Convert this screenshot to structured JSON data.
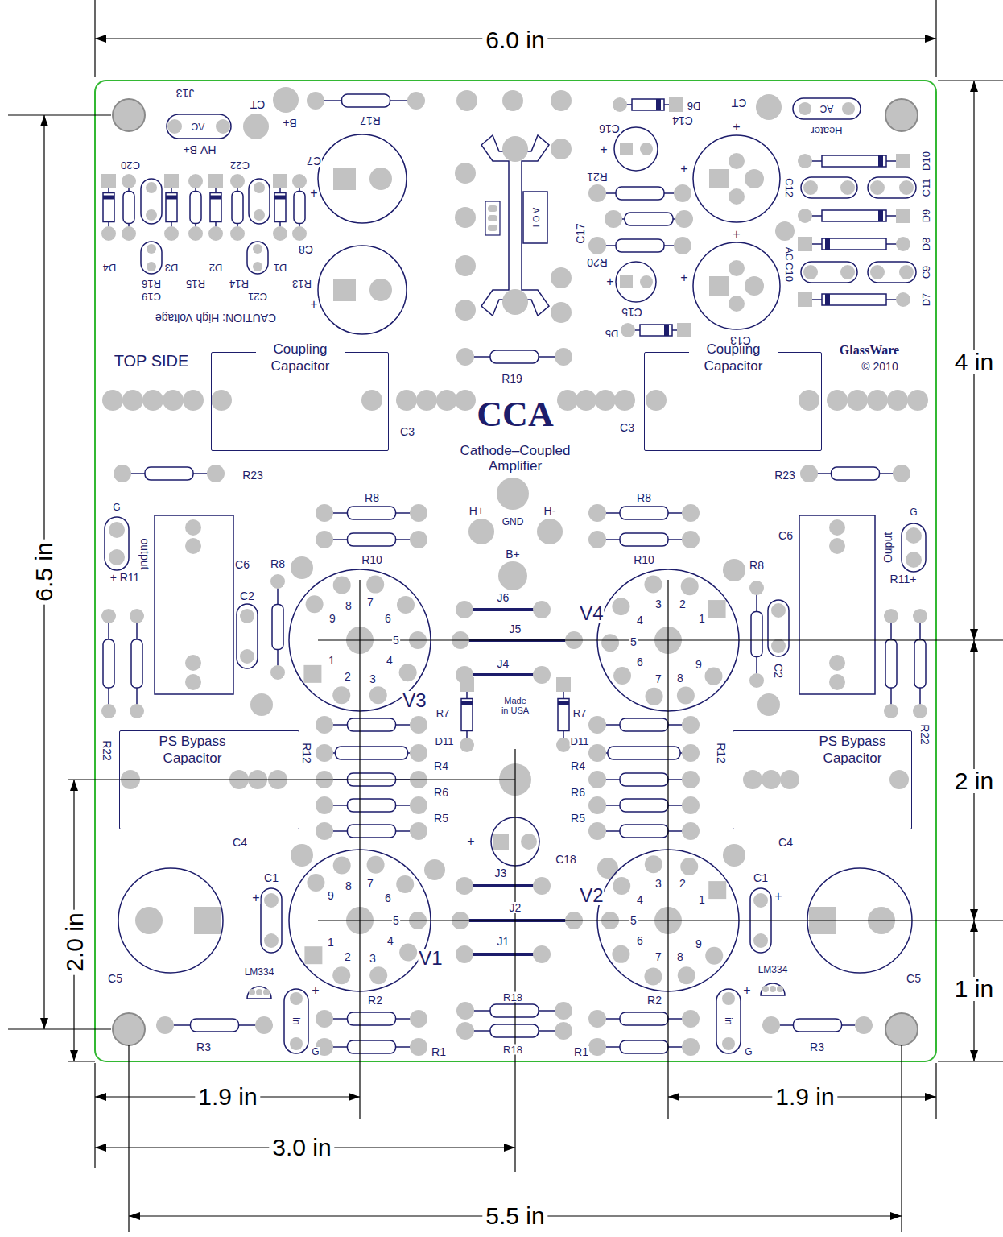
{
  "diagram": {
    "nodes": [
      {
        "text": [
          "Coupling Capacitor",
          "C3"
        ]
      },
      {
        "text": [
          "Coupling Capacitor",
          "C3"
        ]
      },
      {
        "text": [
          "PS Bypass Capacitor",
          "C4"
        ]
      },
      {
        "text": [
          "PS Bypass Capacitor",
          "C4"
        ]
      }
    ],
    "labels": [
      "6.0 in",
      "4 in",
      "6.5 in",
      "2 in",
      "2.0 in",
      "1 in",
      "1.9 in",
      "1.9 in",
      "3.0 in",
      "5.5 in",
      "J13",
      "AC",
      "HV B+",
      "CT",
      "B+",
      "R17",
      "C7",
      "C20",
      "C22",
      "C8",
      "D4",
      "R16",
      "D3",
      "R15",
      "D2",
      "R14",
      "D1",
      "R13",
      "C19",
      "C21",
      "CAUTION: High Voltage",
      "TOP SIDE",
      "R19",
      "A O I",
      "C17",
      "D6",
      "CT",
      "AC",
      "Heater",
      "C16",
      "C14",
      "R21",
      "D10",
      "C12",
      "C11",
      "D9",
      "AC",
      "D8",
      "R20",
      "C10",
      "C9",
      "D7",
      "C15",
      "D5",
      "C13",
      "GlassWare",
      "© 2010",
      "CCA",
      "Cathode–Coupled",
      "Amplifier",
      "R23",
      "R23",
      "R8",
      "R8",
      "GND",
      "H+",
      "H-",
      "B+",
      "R10",
      "R10",
      "G",
      "output",
      "C6",
      "R8",
      "C6",
      "Ouput",
      "G",
      "R8",
      "+ R11",
      "R11+",
      "C2",
      "C2",
      "J6",
      "J5",
      "J4",
      "V3",
      "V4",
      "9",
      "8",
      "7",
      "6",
      "5",
      "4",
      "3",
      "2",
      "1",
      "3",
      "2",
      "1",
      "4",
      "5",
      "6",
      "7",
      "8",
      "9",
      "Made in USA",
      "R7",
      "D11",
      "R7",
      "D11",
      "R12",
      "R12",
      "R22",
      "R22",
      "R4",
      "R4",
      "R6",
      "R6",
      "R5",
      "R5",
      "C18",
      "+",
      "C1",
      "+",
      "C1",
      "+",
      "V1",
      "V2",
      "9",
      "8",
      "7",
      "6",
      "5",
      "4",
      "3",
      "2",
      "1",
      "3",
      "2",
      "1",
      "4",
      "5",
      "6",
      "7",
      "8",
      "9",
      "J3",
      "J2",
      "J1",
      "C5",
      "C5",
      "LM334",
      "LM334",
      "R18",
      "R18",
      "R2",
      "R2",
      "R1",
      "R1",
      "R3",
      "R3",
      "in",
      "G",
      "+",
      "in",
      "G",
      "+",
      "+",
      "+",
      "+",
      "+",
      "+",
      "+",
      "+",
      "+"
    ]
  }
}
